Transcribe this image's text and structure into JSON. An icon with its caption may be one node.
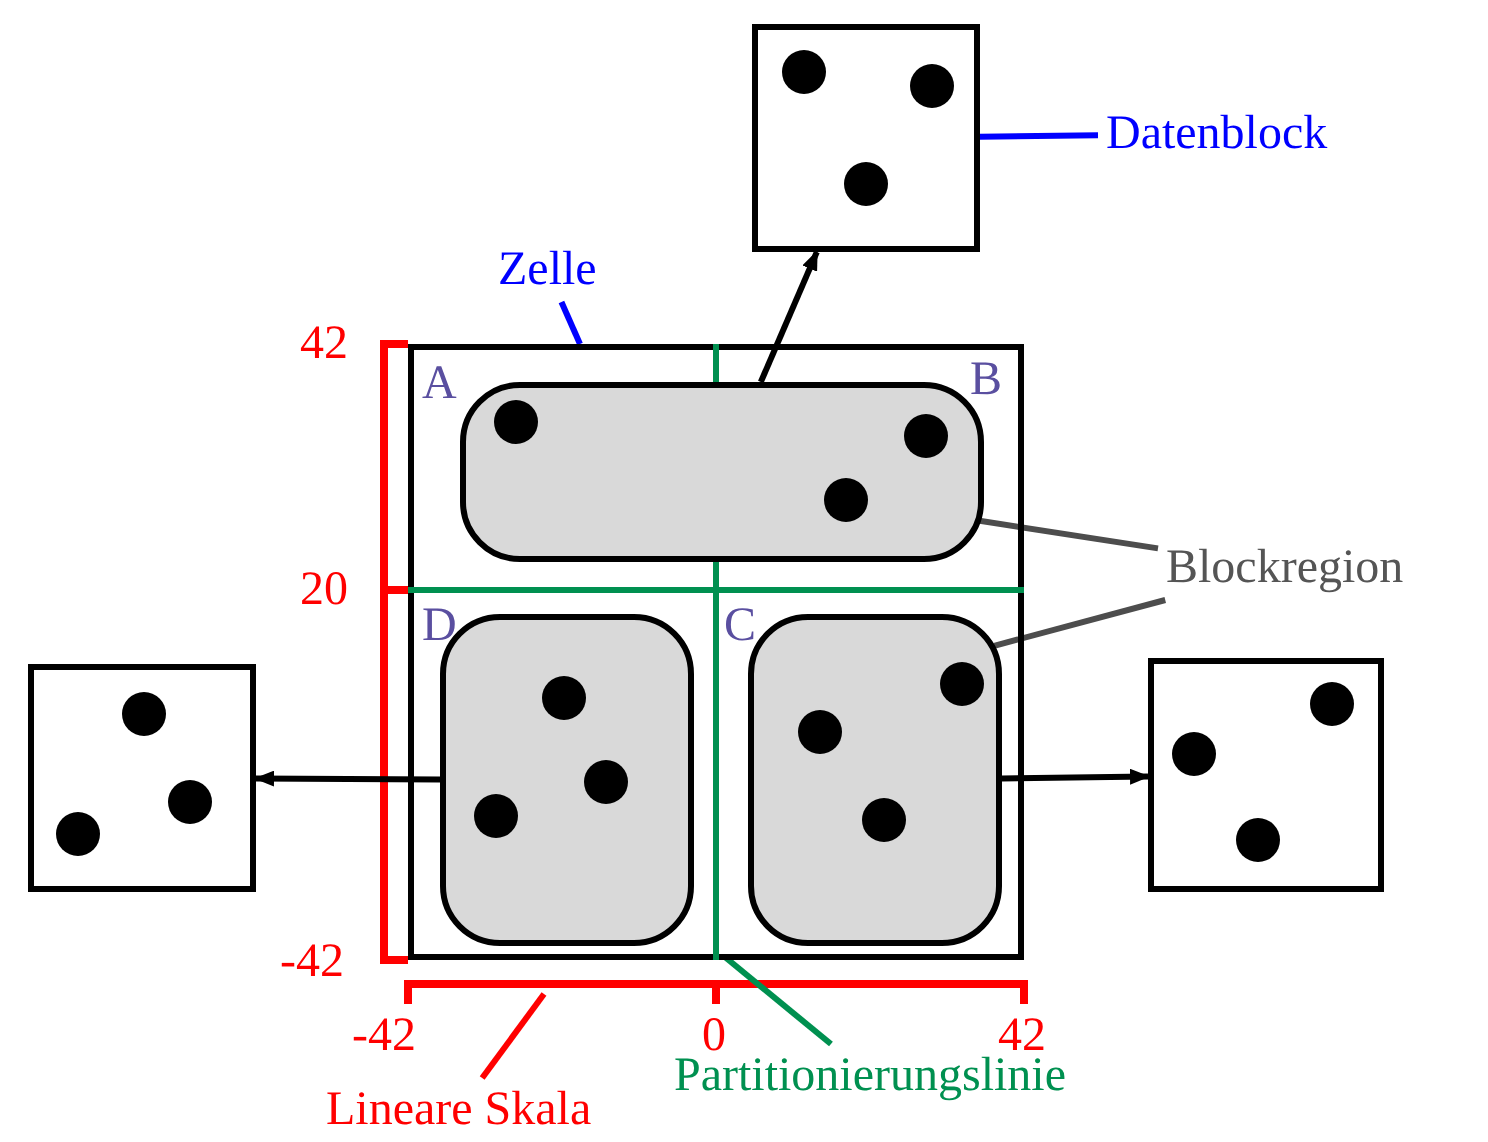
{
  "diagram": {
    "nodes": [
      {
        "text": [],
        "shape": "box"
      },
      {
        "text": [
          "Datenblock"
        ]
      },
      {
        "text": [
          "Zelle"
        ]
      },
      {
        "text": [],
        "shape": "box"
      },
      {
        "text": [],
        "shape": "box",
        "in": 3
      },
      {
        "text": [],
        "shape": "box",
        "in": 3
      },
      {
        "text": [],
        "shape": "box",
        "in": 3
      },
      {
        "text": [],
        "shape": "box"
      },
      {
        "text": [],
        "shape": "box"
      },
      {
        "text": [
          "Blockregion"
        ]
      },
      {
        "text": [
          "Partitionierungslinie"
        ]
      },
      {
        "text": [
          "Lineare Skala"
        ]
      }
    ],
    "edges": [
      {
        "from": 4,
        "to": 0,
        "arrow": "to"
      },
      {
        "from": 5,
        "to": 7,
        "arrow": "to"
      },
      {
        "from": 6,
        "to": 8,
        "arrow": "to"
      },
      {
        "from": 1,
        "to": 0,
        "arrow": "none",
        "color": "#0000ff"
      },
      {
        "from": 2,
        "to": 3,
        "arrow": "none",
        "color": "#0000ff"
      },
      {
        "from": 9,
        "to": 4,
        "arrow": "none",
        "color": "#4d4d4d"
      },
      {
        "from": 9,
        "to": 6,
        "arrow": "none",
        "color": "#4d4d4d"
      },
      {
        "from": 10,
        "to": 3,
        "arrow": "none",
        "color": "#009050"
      },
      {
        "from": 11,
        "to": null,
        "arrow": "none",
        "color": "#ff0000"
      }
    ],
    "labels": [
      "42",
      "A",
      "B",
      "20",
      "D",
      "C",
      "-42",
      "-42",
      "0",
      "42"
    ]
  }
}
